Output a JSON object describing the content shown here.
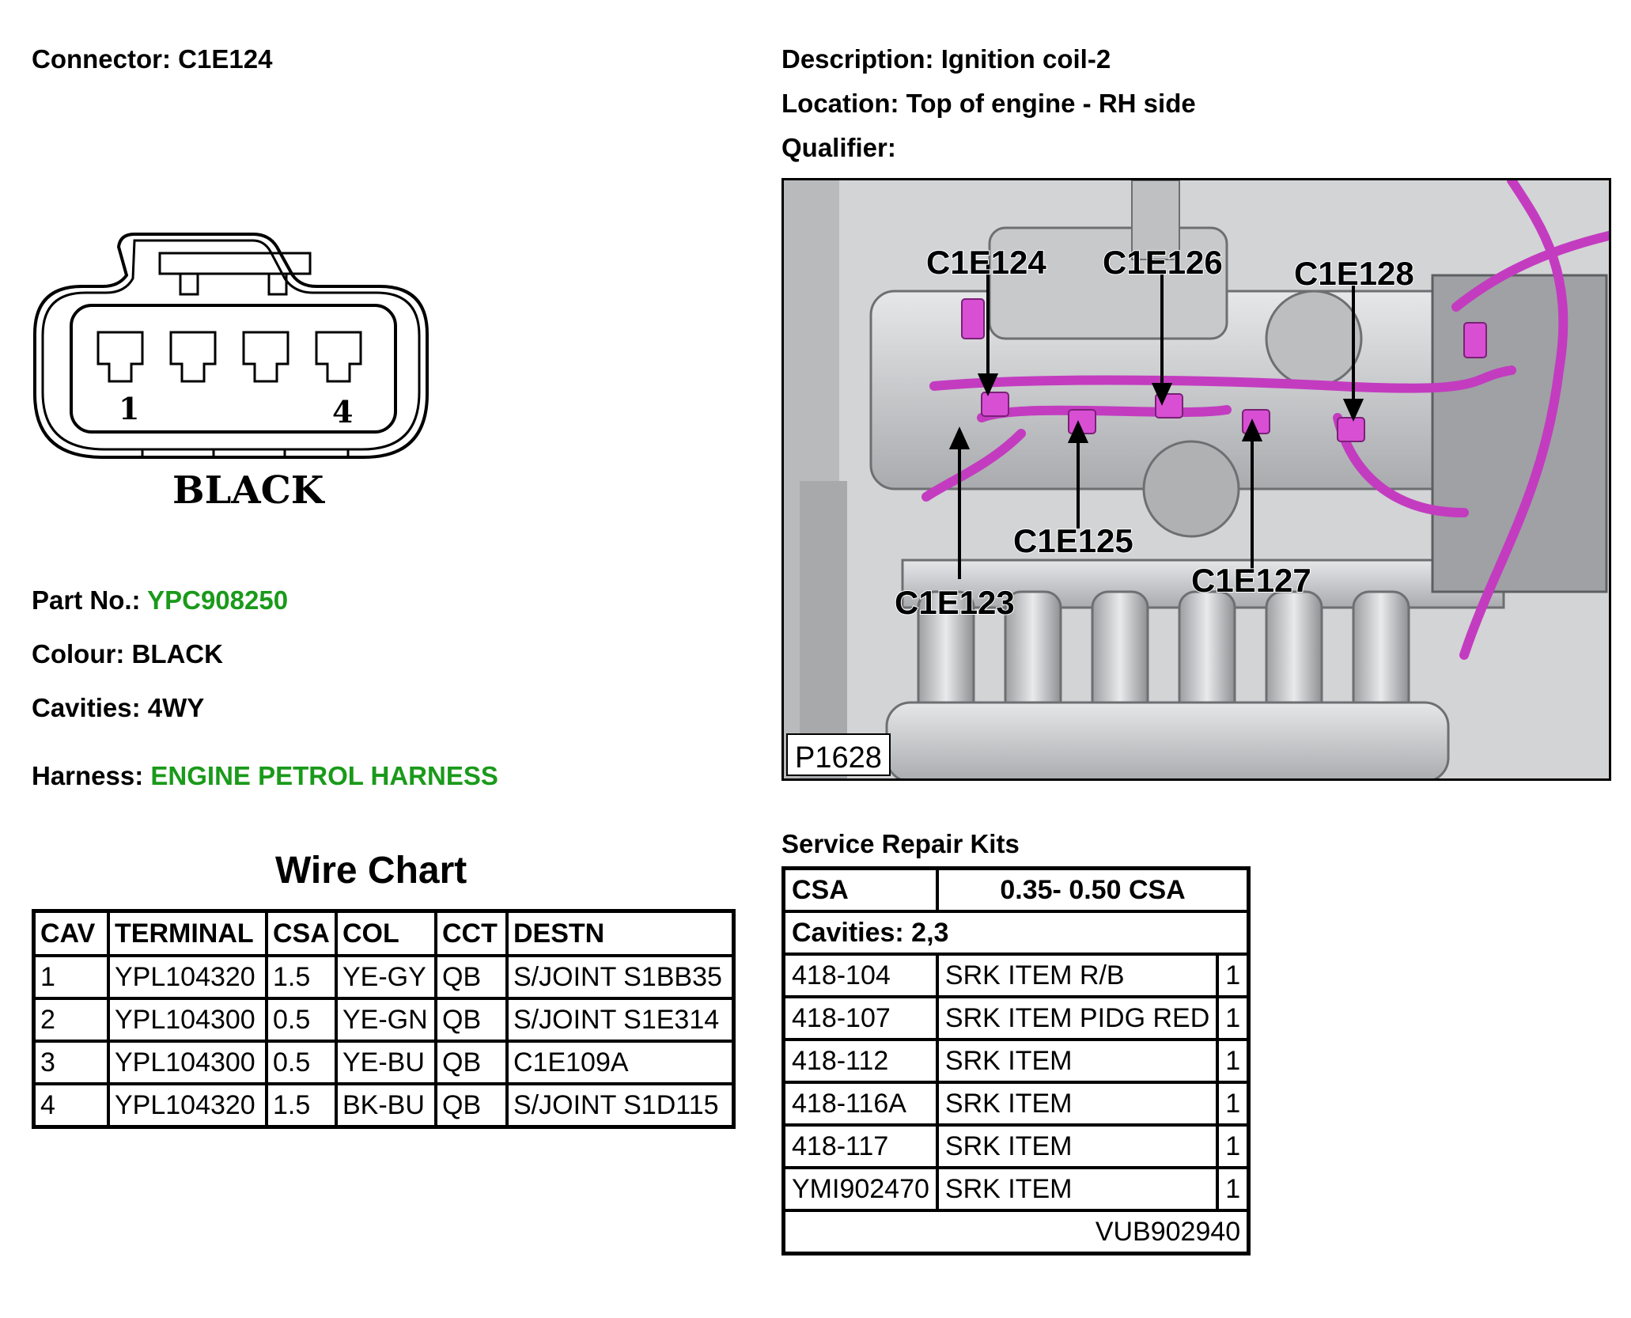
{
  "header": {
    "connector_label": "Connector:",
    "connector_value": "C1E124",
    "description_label": "Description:",
    "description_value": "Ignition coil-2",
    "location_label": "Location:",
    "location_value": "Top of engine - RH side",
    "qualifier_label": "Qualifier:"
  },
  "connector_diagram": {
    "pin_first": "1",
    "pin_last": "4",
    "colour_label": "BLACK"
  },
  "details": {
    "part_label": "Part No.:",
    "part_value": "YPC908250",
    "colour_label": "Colour:",
    "colour_value": "BLACK",
    "cavities_label": "Cavities:",
    "cavities_value": "4WY",
    "harness_label": "Harness:",
    "harness_value": "ENGINE PETROL HARNESS",
    "link_color": "#1a9a1a"
  },
  "photo": {
    "id": "P1628",
    "callouts": [
      "C1E124",
      "C1E126",
      "C1E128",
      "C1E125",
      "C1E127",
      "C1E123"
    ],
    "harness_color": "#c33cc0"
  },
  "wire_chart": {
    "title": "Wire Chart",
    "headers": [
      "CAV",
      "TERMINAL",
      "CSA",
      "COL",
      "CCT",
      "DESTN"
    ],
    "rows": [
      [
        "1",
        "YPL104320",
        "1.5",
        "YE-GY",
        "QB",
        "S/JOINT S1BB35"
      ],
      [
        "2",
        "YPL104300",
        "0.5",
        "YE-GN",
        "QB",
        "S/JOINT S1E314"
      ],
      [
        "3",
        "YPL104300",
        "0.5",
        "YE-BU",
        "QB",
        "C1E109A"
      ],
      [
        "4",
        "YPL104320",
        "1.5",
        "BK-BU",
        "QB",
        "S/JOINT S1D115"
      ]
    ]
  },
  "service_kits": {
    "title": "Service Repair Kits",
    "csa_label": "CSA",
    "csa_value": "0.35- 0.50 CSA",
    "cavities": "Cavities: 2,3",
    "rows": [
      [
        "418-104",
        "SRK ITEM R/B",
        "1"
      ],
      [
        "418-107",
        "SRK ITEM PIDG RED",
        "1"
      ],
      [
        "418-112",
        "SRK ITEM",
        "1"
      ],
      [
        "418-116A",
        "SRK ITEM",
        "1"
      ],
      [
        "418-117",
        "SRK ITEM",
        "1"
      ],
      [
        "YMI902470",
        "SRK ITEM",
        "1"
      ]
    ],
    "footer": "VUB902940"
  }
}
